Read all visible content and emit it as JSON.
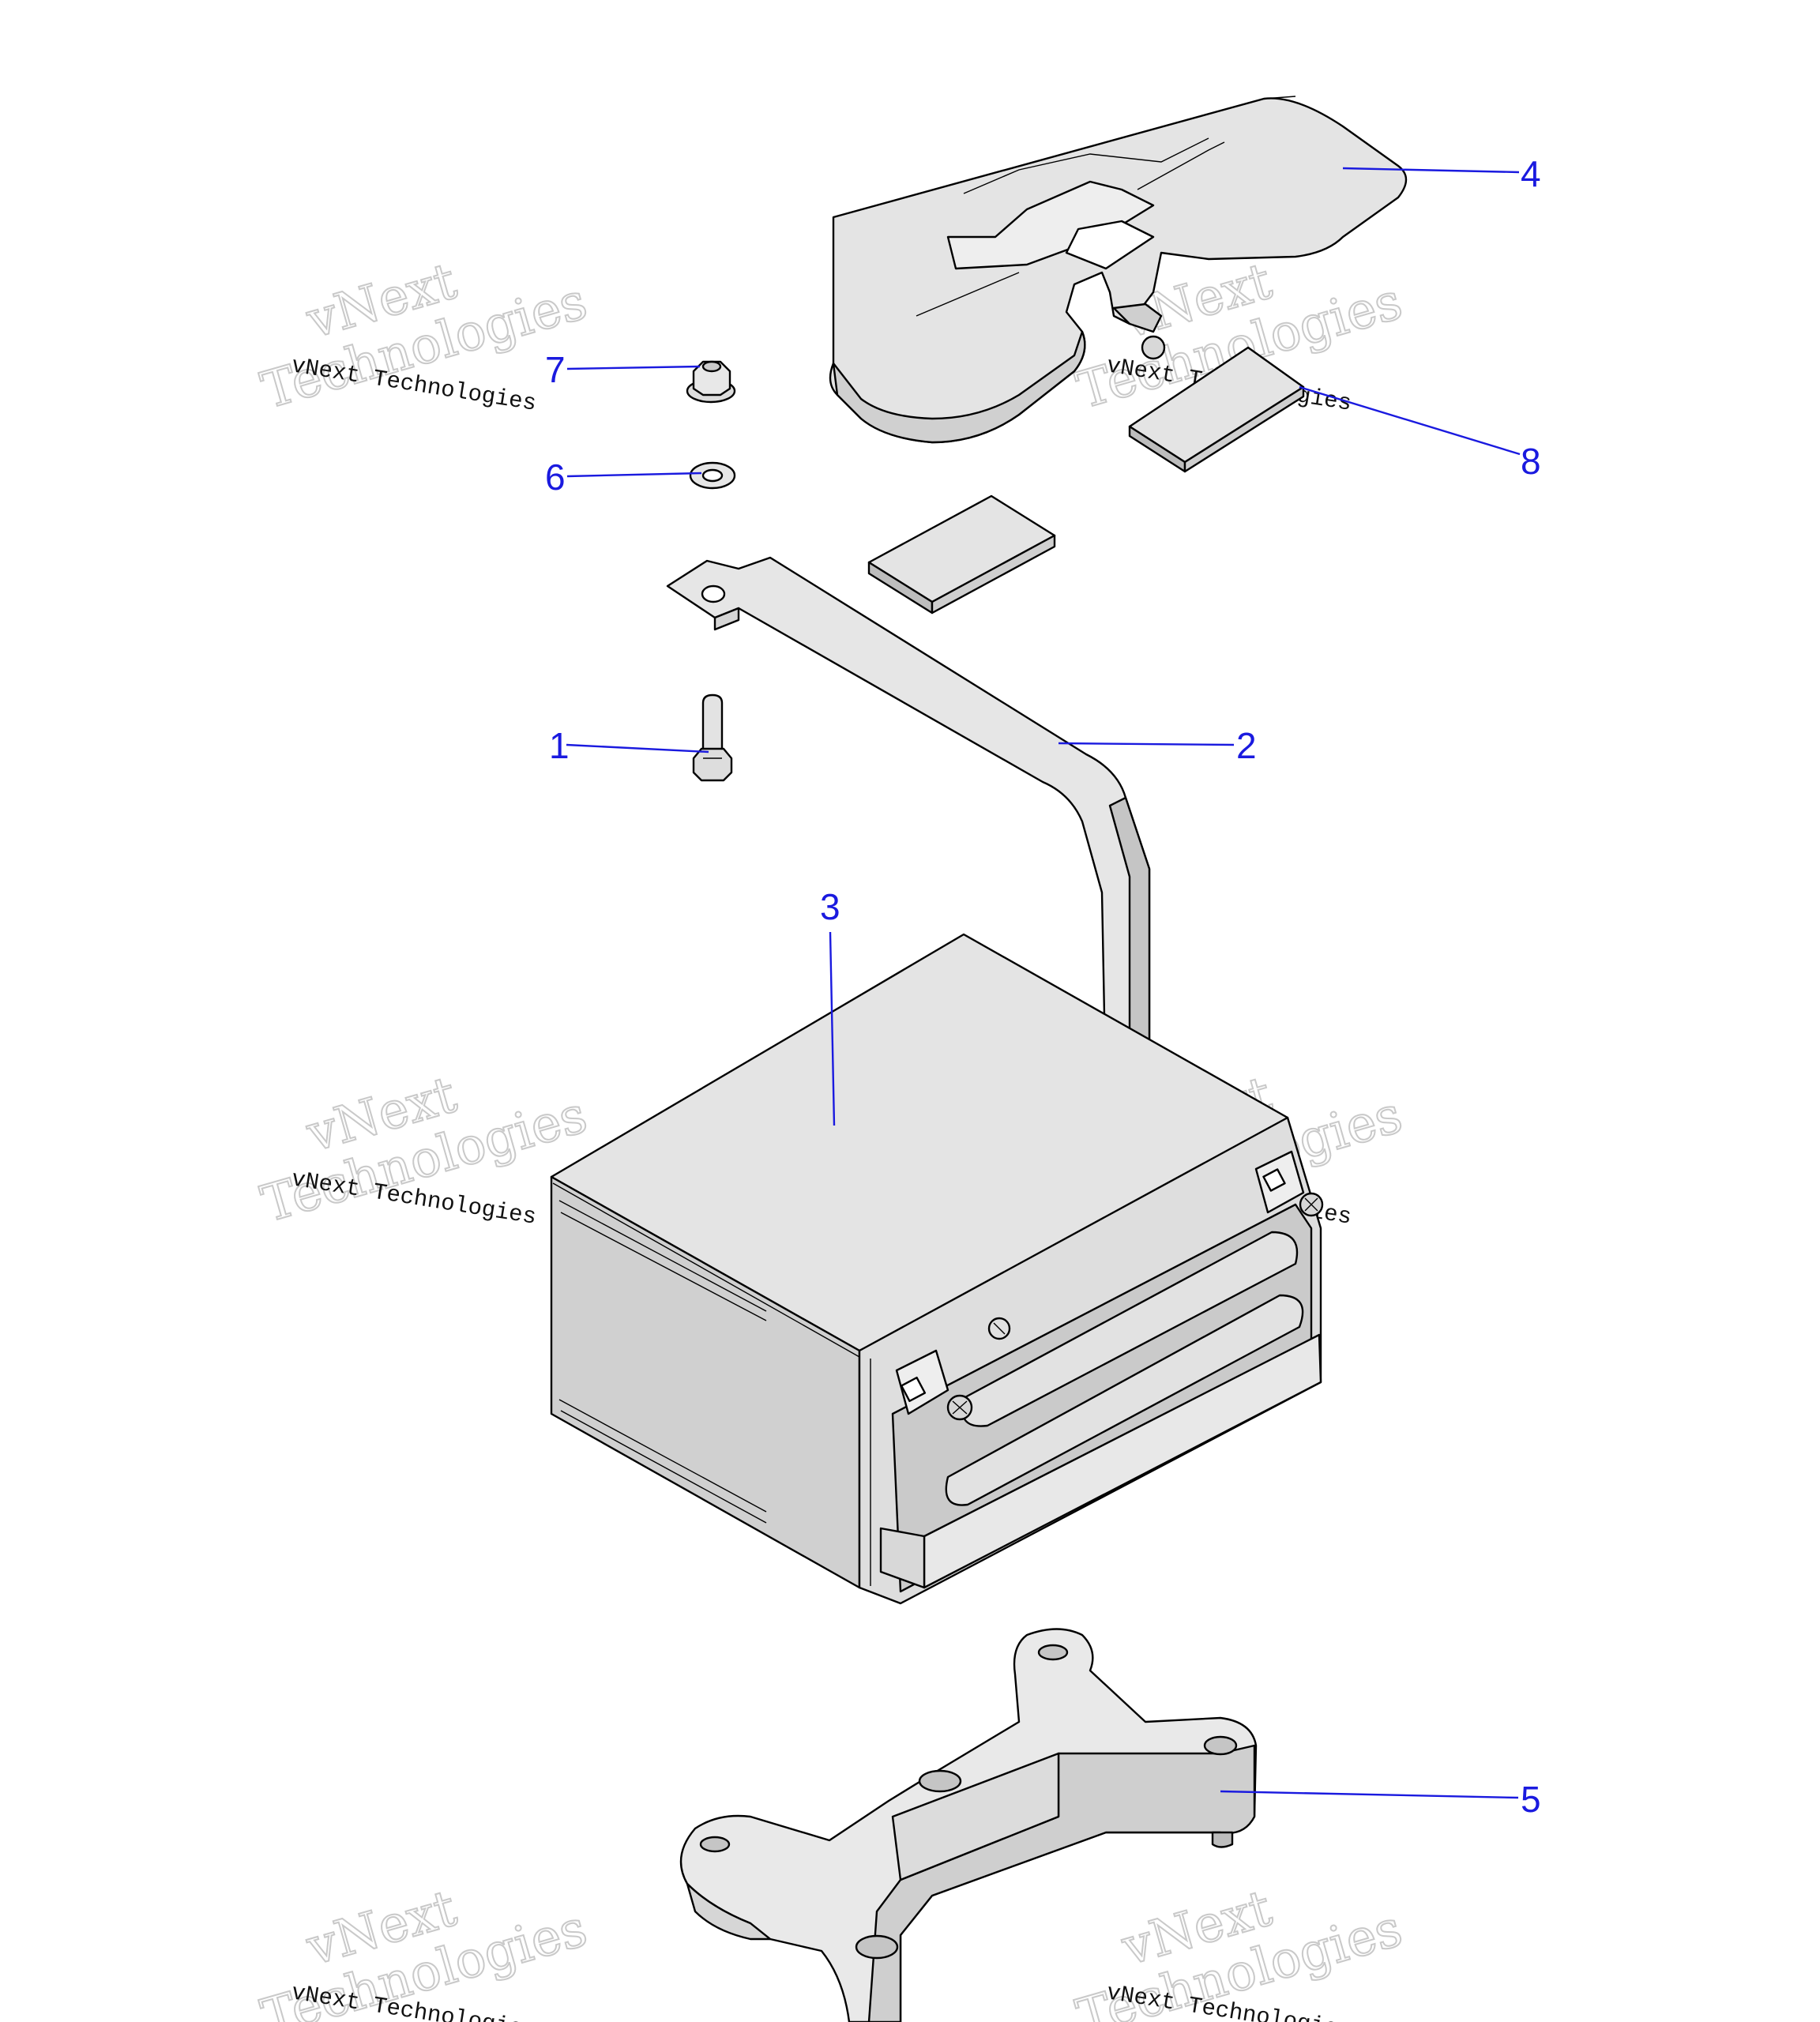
{
  "diagram": {
    "callouts": [
      {
        "id": "1",
        "label": "1"
      },
      {
        "id": "2",
        "label": "2"
      },
      {
        "id": "3",
        "label": "3"
      },
      {
        "id": "4",
        "label": "4"
      },
      {
        "id": "5",
        "label": "5"
      },
      {
        "id": "6",
        "label": "6"
      },
      {
        "id": "7",
        "label": "7"
      },
      {
        "id": "8",
        "label": "8"
      }
    ],
    "watermark": {
      "big_line1": "vNext",
      "big_line2": "Technologies",
      "small": "vNext Technologies"
    },
    "colors": {
      "callout": "#1a1adf",
      "part_fill": "#e3e3e3",
      "part_shade": "#c8c8c8",
      "outline": "#000000"
    }
  }
}
